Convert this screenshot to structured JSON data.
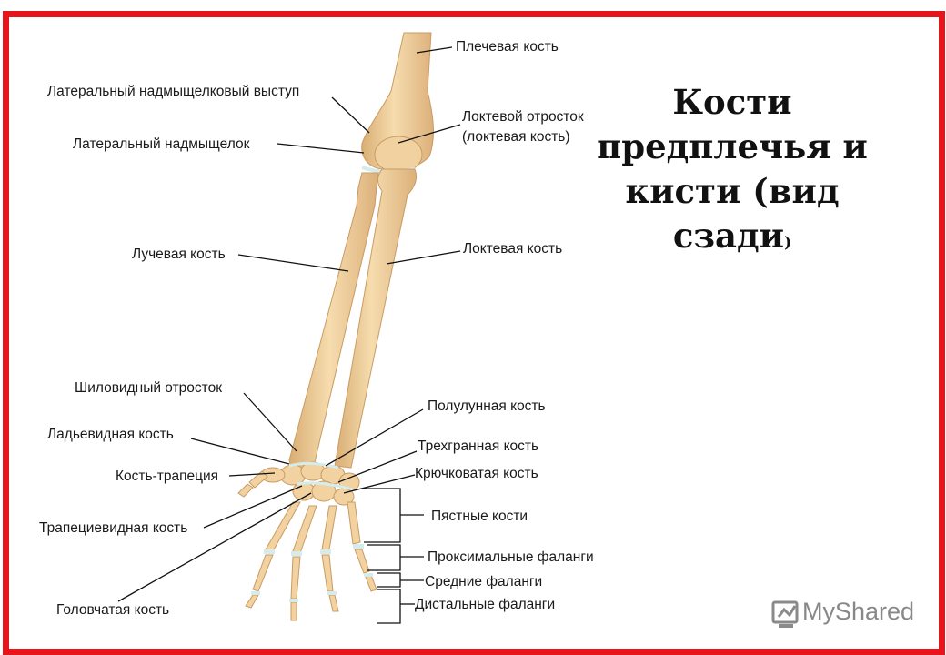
{
  "title": {
    "line1": "Кости",
    "line2": "предплечья и",
    "line3": "кисти (вид",
    "line4": "сзади",
    "paren": ")"
  },
  "labels": {
    "humerus": "Плечевая кость",
    "lat_epicondylar_ridge": "Латеральный надмыщелковый выступ",
    "lat_epicondyle": "Латеральный надмыщелок",
    "olecranon_1": "Локтевой отросток",
    "olecranon_2": "(локтевая кость)",
    "radius": "Лучевая кость",
    "ulna": "Локтевая кость",
    "styloid": "Шиловидный отросток",
    "lunate": "Полулунная кость",
    "scaphoid": "Ладьевидная кость",
    "triquetrum": "Трехгранная кость",
    "trapezium": "Кость-трапеция",
    "hamate": "Крючковатая кость",
    "metacarpals": "Пястные кости",
    "trapezoid": "Трапециевидная кость",
    "proximal_phalanges": "Проксимальные фаланги",
    "middle_phalanges": "Средние фаланги",
    "capitate": "Головчатая кость",
    "distal_phalanges": "Дистальные фаланги"
  },
  "logo": {
    "text": "MyShared"
  },
  "colors": {
    "frame": "#e8141c",
    "bone": "#f2d3a4",
    "bone_shade": "#d8ad72",
    "cartilage": "#cfe6e6"
  }
}
